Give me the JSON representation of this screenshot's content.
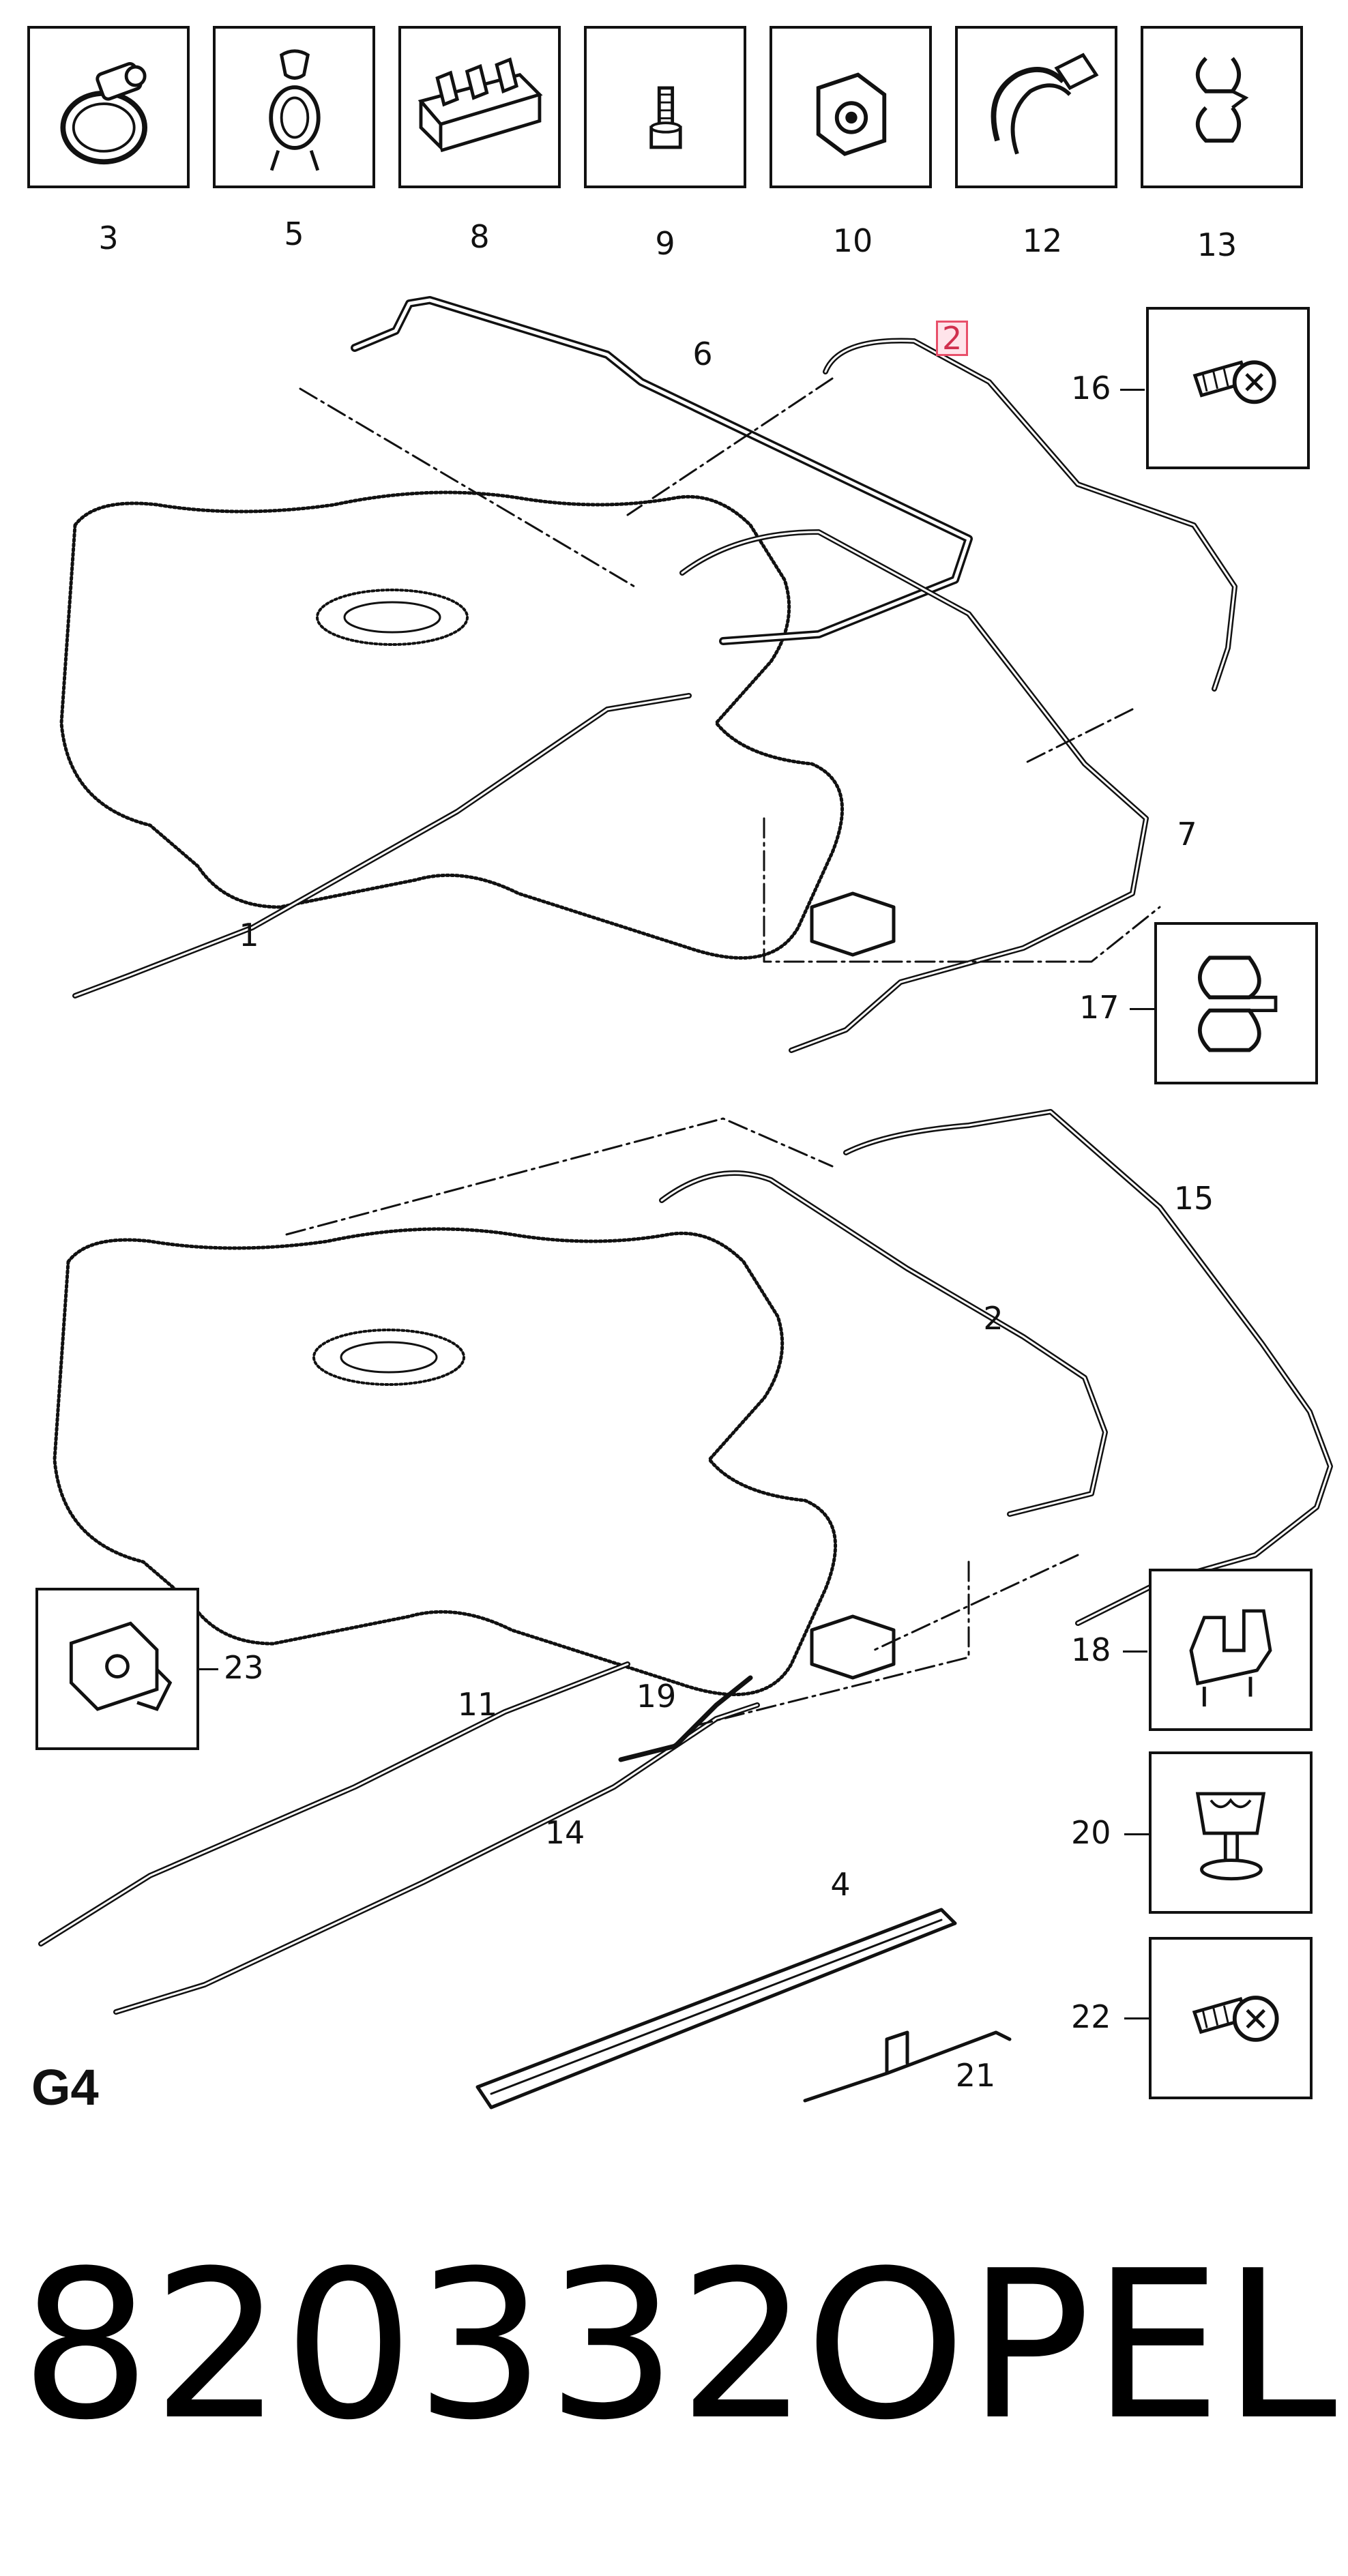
{
  "top_parts": [
    {
      "num": "3",
      "icon": "hose-clamp-icon"
    },
    {
      "num": "5",
      "icon": "pipe-clip-icon"
    },
    {
      "num": "8",
      "icon": "pipe-holder-icon"
    },
    {
      "num": "9",
      "icon": "bolt-icon"
    },
    {
      "num": "10",
      "icon": "clip-nut-icon"
    },
    {
      "num": "12",
      "icon": "clamp-icon"
    },
    {
      "num": "13",
      "icon": "double-clip-icon"
    }
  ],
  "side_parts": [
    {
      "num": "16",
      "icon": "screw-icon"
    },
    {
      "num": "17",
      "icon": "double-clip-icon"
    },
    {
      "num": "18",
      "icon": "multi-clip-icon"
    },
    {
      "num": "20",
      "icon": "push-clip-icon"
    },
    {
      "num": "22",
      "icon": "screw-icon"
    },
    {
      "num": "23",
      "icon": "pipe-holder-icon"
    }
  ],
  "callouts": {
    "upper": {
      "c1": "1",
      "c2": "2",
      "c6": "6",
      "c7": "7"
    },
    "lower": {
      "c2": "2",
      "c4": "4",
      "c11": "11",
      "c14": "14",
      "c15": "15",
      "c19": "19",
      "c21": "21"
    }
  },
  "section_tag": "G4",
  "footer": {
    "part_number": "820332",
    "brand": "OPEL"
  },
  "colors": {
    "line": "#111111",
    "highlight_border": "#e8506a",
    "highlight_fill": "#ffe4ea"
  }
}
